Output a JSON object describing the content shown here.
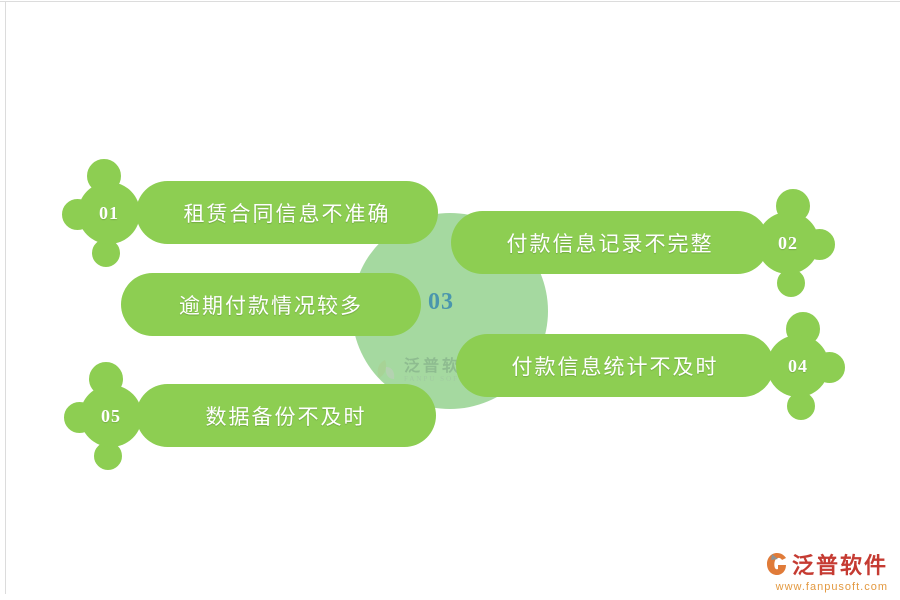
{
  "items": [
    {
      "num": "01",
      "label": "租赁合同信息不准确"
    },
    {
      "num": "02",
      "label": "付款信息记录不完整"
    },
    {
      "num": "03",
      "label": "逾期付款情况较多"
    },
    {
      "num": "04",
      "label": "付款信息统计不及时"
    },
    {
      "num": "05",
      "label": "数据备份不及时"
    }
  ],
  "watermark": {
    "name": "泛普软件",
    "sub": "FANPU SOFTWARE"
  },
  "footer": {
    "brand": "泛普软件",
    "url": "www.fanpusoft.com"
  },
  "colors": {
    "pill": "#8dce52",
    "circle": "#a5d9a0",
    "num03": "#4a96ad",
    "brand_red": "#c53b32",
    "url_orange": "#e39940"
  }
}
